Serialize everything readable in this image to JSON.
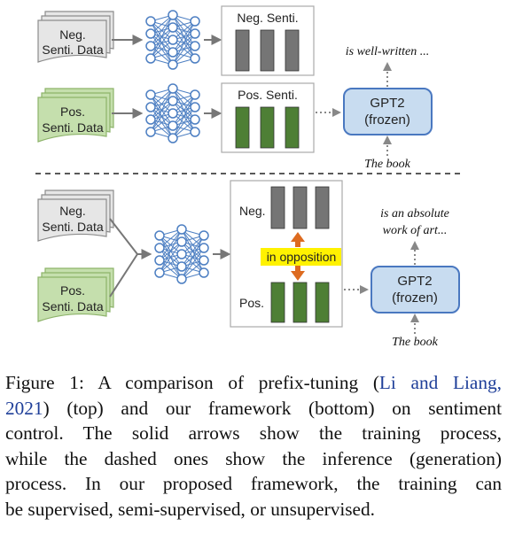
{
  "top": {
    "neg_data": [
      "Neg.",
      "Senti. Data"
    ],
    "pos_data": [
      "Pos.",
      "Senti. Data"
    ],
    "neg_prefix": "Neg. Senti.",
    "pos_prefix": "Pos. Senti.",
    "gpt": [
      "GPT2",
      "(frozen)"
    ],
    "output": "is well-written ...",
    "input": "The book"
  },
  "bottom": {
    "neg_data": [
      "Neg.",
      "Senti. Data"
    ],
    "pos_data": [
      "Pos.",
      "Senti. Data"
    ],
    "neg_label": "Neg.",
    "pos_label": "Pos.",
    "opposition": "in opposition",
    "gpt": [
      "GPT2",
      "(frozen)"
    ],
    "output": [
      "is an absolute",
      "work of art..."
    ],
    "input": "The book"
  },
  "caption": {
    "l1_a": "Figure 1: A comparison of prefix-tuning (",
    "l1_cite": "Li and Liang,",
    "l2_cite": "2021",
    "l2_b": ") (top) and our framework (bottom) on sentiment",
    "l3": "control.  The solid arrows show the training process,",
    "l4": "while the dashed ones show the inference (generation)",
    "l5": "process.  In our proposed framework, the training can",
    "l6": "be supervised, semi-supervised, or unsupervised."
  },
  "colors": {
    "gray_doc_fill": "#e6e6e6",
    "gray_doc_stroke": "#8c8c8c",
    "green_doc_fill": "#c5dfad",
    "green_doc_stroke": "#8db36a",
    "neg_bar": "#757575",
    "pos_bar": "#4e7f35",
    "net_node": "#4d7fc2",
    "gpt_fill": "#c8dcf0",
    "gpt_stroke": "#4a78c0",
    "opposition_bg": "#fff200",
    "opposition_arrow": "#dd6b20"
  }
}
